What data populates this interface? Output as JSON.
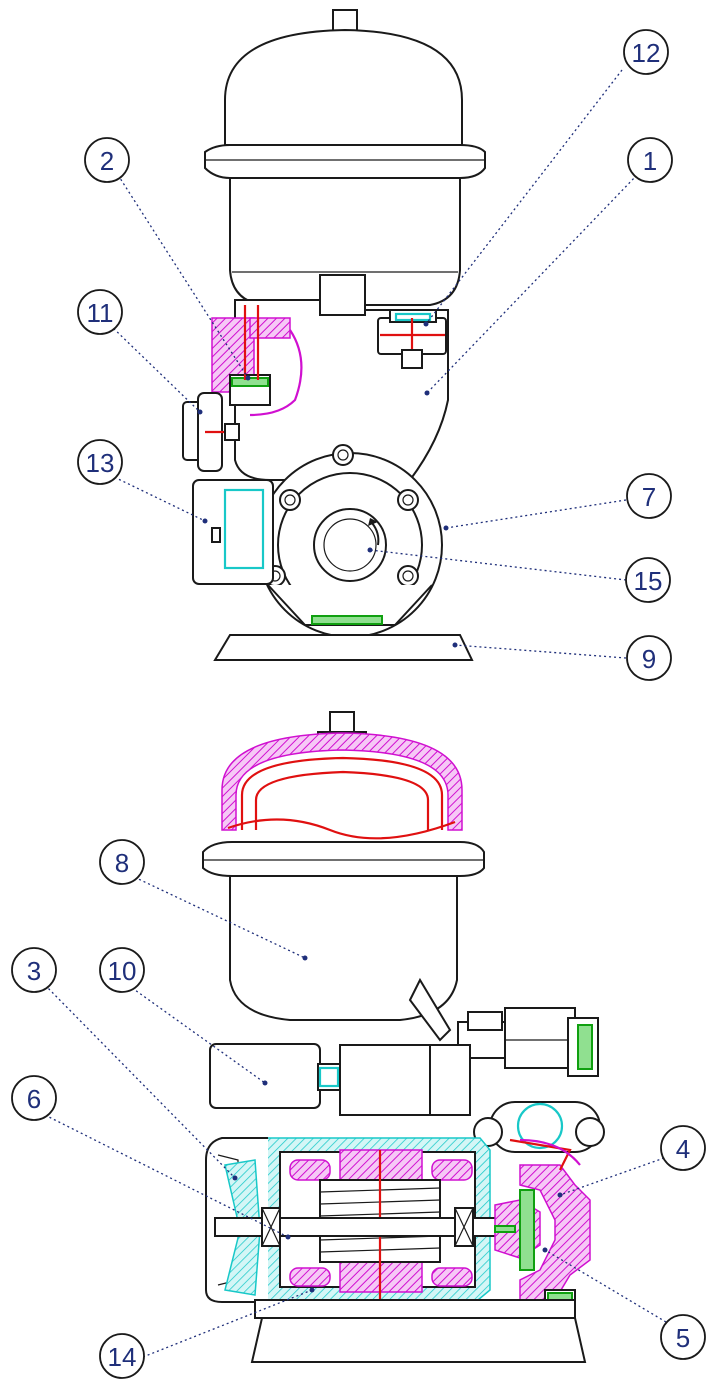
{
  "callouts": [
    {
      "id": "c1",
      "label": "1"
    },
    {
      "id": "c2",
      "label": "2"
    },
    {
      "id": "c3",
      "label": "3"
    },
    {
      "id": "c4",
      "label": "4"
    },
    {
      "id": "c5",
      "label": "5"
    },
    {
      "id": "c6",
      "label": "6"
    },
    {
      "id": "c7",
      "label": "7"
    },
    {
      "id": "c8",
      "label": "8"
    },
    {
      "id": "c9",
      "label": "9"
    },
    {
      "id": "c10",
      "label": "10"
    },
    {
      "id": "c11",
      "label": "11"
    },
    {
      "id": "c12",
      "label": "12"
    },
    {
      "id": "c13",
      "label": "13"
    },
    {
      "id": "c14",
      "label": "14"
    },
    {
      "id": "c15",
      "label": "15"
    }
  ],
  "colors": {
    "outline": "#1a1a1a",
    "callout_text": "#1f2f7a",
    "section_magenta": "#d010d0",
    "section_red": "#e01010",
    "section_cyan": "#18c8c8",
    "section_green": "#10a010"
  }
}
